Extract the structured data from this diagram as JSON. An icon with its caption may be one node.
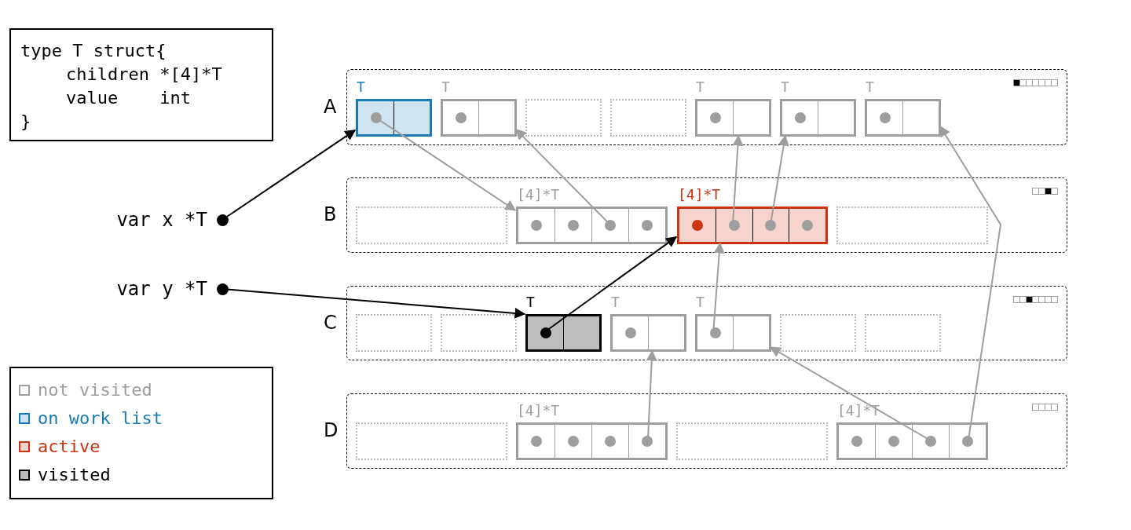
{
  "diagram": {
    "nodes": [
      {
        "text": [
          "type T struct{",
          "children *[4]*T",
          "value    int",
          "}"
        ]
      },
      {
        "text": [
          "A"
        ]
      },
      {
        "text": [
          "T"
        ],
        "in": 1
      },
      {
        "text": [
          "T"
        ],
        "in": 1
      },
      {
        "text": [],
        "shape": "box",
        "in": 1
      },
      {
        "text": [],
        "shape": "box",
        "in": 1
      },
      {
        "text": [
          "T"
        ],
        "in": 1
      },
      {
        "text": [
          "T"
        ],
        "in": 1
      },
      {
        "text": [
          "T"
        ],
        "in": 1
      },
      {
        "text": [
          "var x *T"
        ]
      },
      {
        "text": [
          "B"
        ]
      },
      {
        "text": [],
        "shape": "box",
        "in": 10
      },
      {
        "text": [
          "[4]*T"
        ],
        "in": 10
      },
      {
        "text": [
          "[4]*T"
        ],
        "in": 10
      },
      {
        "text": [],
        "shape": "box",
        "in": 10
      },
      {
        "text": [
          "var y *T"
        ]
      },
      {
        "text": [
          "C"
        ]
      },
      {
        "text": [],
        "shape": "box",
        "in": 16
      },
      {
        "text": [],
        "shape": "box",
        "in": 16
      },
      {
        "text": [
          "T"
        ],
        "in": 16
      },
      {
        "text": [
          "T"
        ],
        "in": 16
      },
      {
        "text": [
          "T"
        ],
        "in": 16
      },
      {
        "text": [],
        "shape": "box",
        "in": 16
      },
      {
        "text": [],
        "shape": "box",
        "in": 16
      },
      {
        "text": [
          "D"
        ]
      },
      {
        "text": [],
        "shape": "box",
        "in": 24
      },
      {
        "text": [
          "[4]*T"
        ],
        "in": 24
      },
      {
        "text": [],
        "shape": "box",
        "in": 24
      },
      {
        "text": [
          "[4]*T"
        ],
        "in": 24
      }
    ],
    "edges": [
      {
        "from": 9,
        "to": 2,
        "arrow": "to",
        "color": "#000000"
      },
      {
        "from": 15,
        "to": 19,
        "arrow": "to",
        "color": "#000000"
      },
      {
        "from": 19,
        "to": 13,
        "arrow": "to",
        "color": "#000000"
      },
      {
        "from": 2,
        "to": 12,
        "arrow": "to"
      },
      {
        "from": 12,
        "to": 3,
        "arrow": "to"
      },
      {
        "from": 13,
        "to": 6,
        "arrow": "to"
      },
      {
        "from": 13,
        "to": 7,
        "arrow": "to"
      },
      {
        "from": 21,
        "to": 13,
        "arrow": "to"
      },
      {
        "from": 26,
        "to": 20,
        "arrow": "to"
      },
      {
        "from": 28,
        "to": 21,
        "arrow": "to"
      },
      {
        "from": 28,
        "to": 8,
        "arrow": "to"
      }
    ],
    "legend": [
      {
        "text": "not visited",
        "color": "#ffffff"
      },
      {
        "text": "on work list",
        "color": "#cfe3f0"
      },
      {
        "text": "active",
        "color": "#f4d4cc"
      },
      {
        "text": "visited",
        "color": "#bdbdbd"
      }
    ]
  }
}
